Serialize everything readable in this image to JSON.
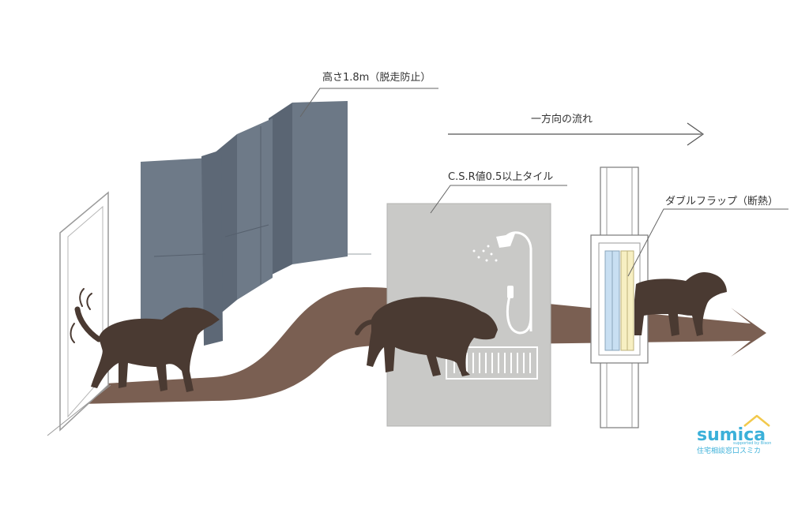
{
  "labels": {
    "fence_height": "高さ1.8m（脱走防止）",
    "flow_direction": "一方向の流れ",
    "tile": "C.S.R値0.5以上タイル",
    "double_flap": "ダブルフラップ（断熱）"
  },
  "logo": {
    "name": "sumica",
    "tagline": "supported by Bison",
    "subtitle": "住宅相談窓口スミカ"
  },
  "colors": {
    "path": "#7a5f52",
    "dog": "#4a3a32",
    "fence": "#6e7a88",
    "tile": "#c9c9c7",
    "brand_blue": "#3bb0d9",
    "brand_yellow": "#f2c94c"
  },
  "icons": [
    "dog-icon",
    "door-icon",
    "fence-wall-icon",
    "shower-head-icon",
    "drain-grate-icon",
    "pet-door-icon",
    "arrow-right-icon",
    "house-roof-icon"
  ]
}
